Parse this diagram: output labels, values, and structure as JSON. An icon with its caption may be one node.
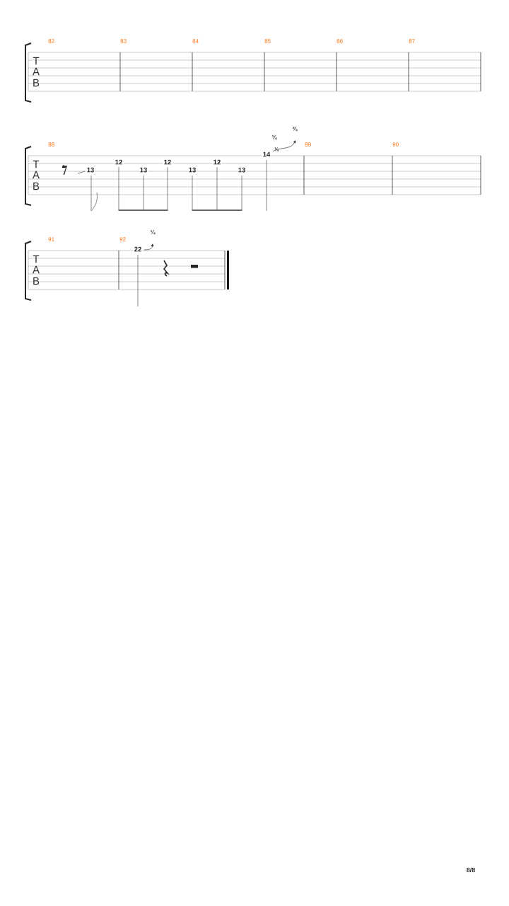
{
  "diagram": {
    "labels": [
      "82",
      "83",
      "84",
      "85",
      "86",
      "87",
      "T",
      "A",
      "B",
      "88",
      "89",
      "90",
      "T",
      "A",
      "B",
      "13",
      "12",
      "13",
      "12",
      "13",
      "12",
      "13",
      "14",
      "¼",
      "¼",
      "¾",
      "91",
      "92",
      "T",
      "A",
      "B",
      "22",
      "¼",
      "8/8"
    ]
  }
}
